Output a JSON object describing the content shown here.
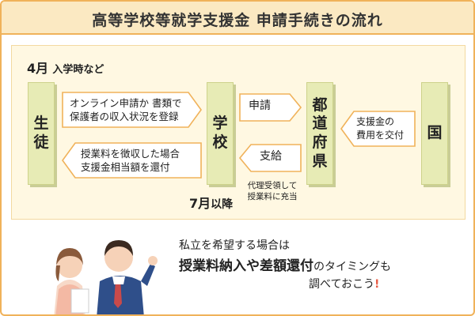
{
  "title": "高等学校等就学支援金 申請手続きの流れ",
  "timing": {
    "april": "4月",
    "april_sub": "入学時など",
    "july": "7月",
    "july_sub": "以降"
  },
  "nodes": {
    "student": "生徒",
    "school": "学校",
    "prefecture": "都道府県",
    "country": "国"
  },
  "arrows": {
    "apply_online": "オンライン申請か 書類で\n保護者の収入状況を登録",
    "refund": "授業料を徴収した場合\n支援金相当額を還付",
    "apply": "申請",
    "payment": "支給",
    "grant": "支援金の\n費用を交付"
  },
  "notes": {
    "proxy": "代理受領して\n授業料に充当"
  },
  "message": {
    "line1": "私立を希望する場合は",
    "line2_bold": "授業料納入や差額還付",
    "line2_rest": "のタイミングも",
    "line3": "調べておこう",
    "exclaim": "!"
  },
  "colors": {
    "frame": "#f0b25a",
    "title_bg": "#fbe9c2",
    "panel_bg": "#fff8e2",
    "node_fill": "#e7ebb5",
    "arrow_stroke": "#f0b25a",
    "accent": "#e85c45"
  }
}
